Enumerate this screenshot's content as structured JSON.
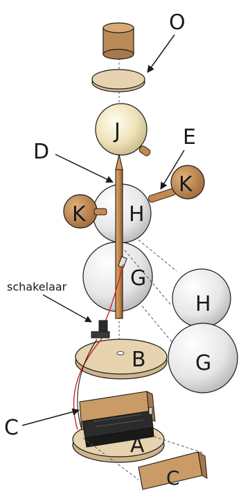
{
  "labels": {
    "O": "O",
    "J": "J",
    "E": "E",
    "D": "D",
    "K_right": "K",
    "K_left": "K",
    "H_assembly": "H",
    "G_assembly": "G",
    "H_side": "H",
    "G_side": "G",
    "B": "B",
    "A": "A",
    "C_left": "C",
    "C_block": "C",
    "switch": "schakelaar"
  },
  "colors": {
    "wood_light": "#e7d3b0",
    "wood_dark": "#b98a56",
    "wood_block": "#c99b66",
    "rod": "#c48a4d",
    "sphere_j": "#efe2b8",
    "sphere_white": "#f2f2f2",
    "ink": "#1a1a1a",
    "wire_red": "#d42020"
  }
}
